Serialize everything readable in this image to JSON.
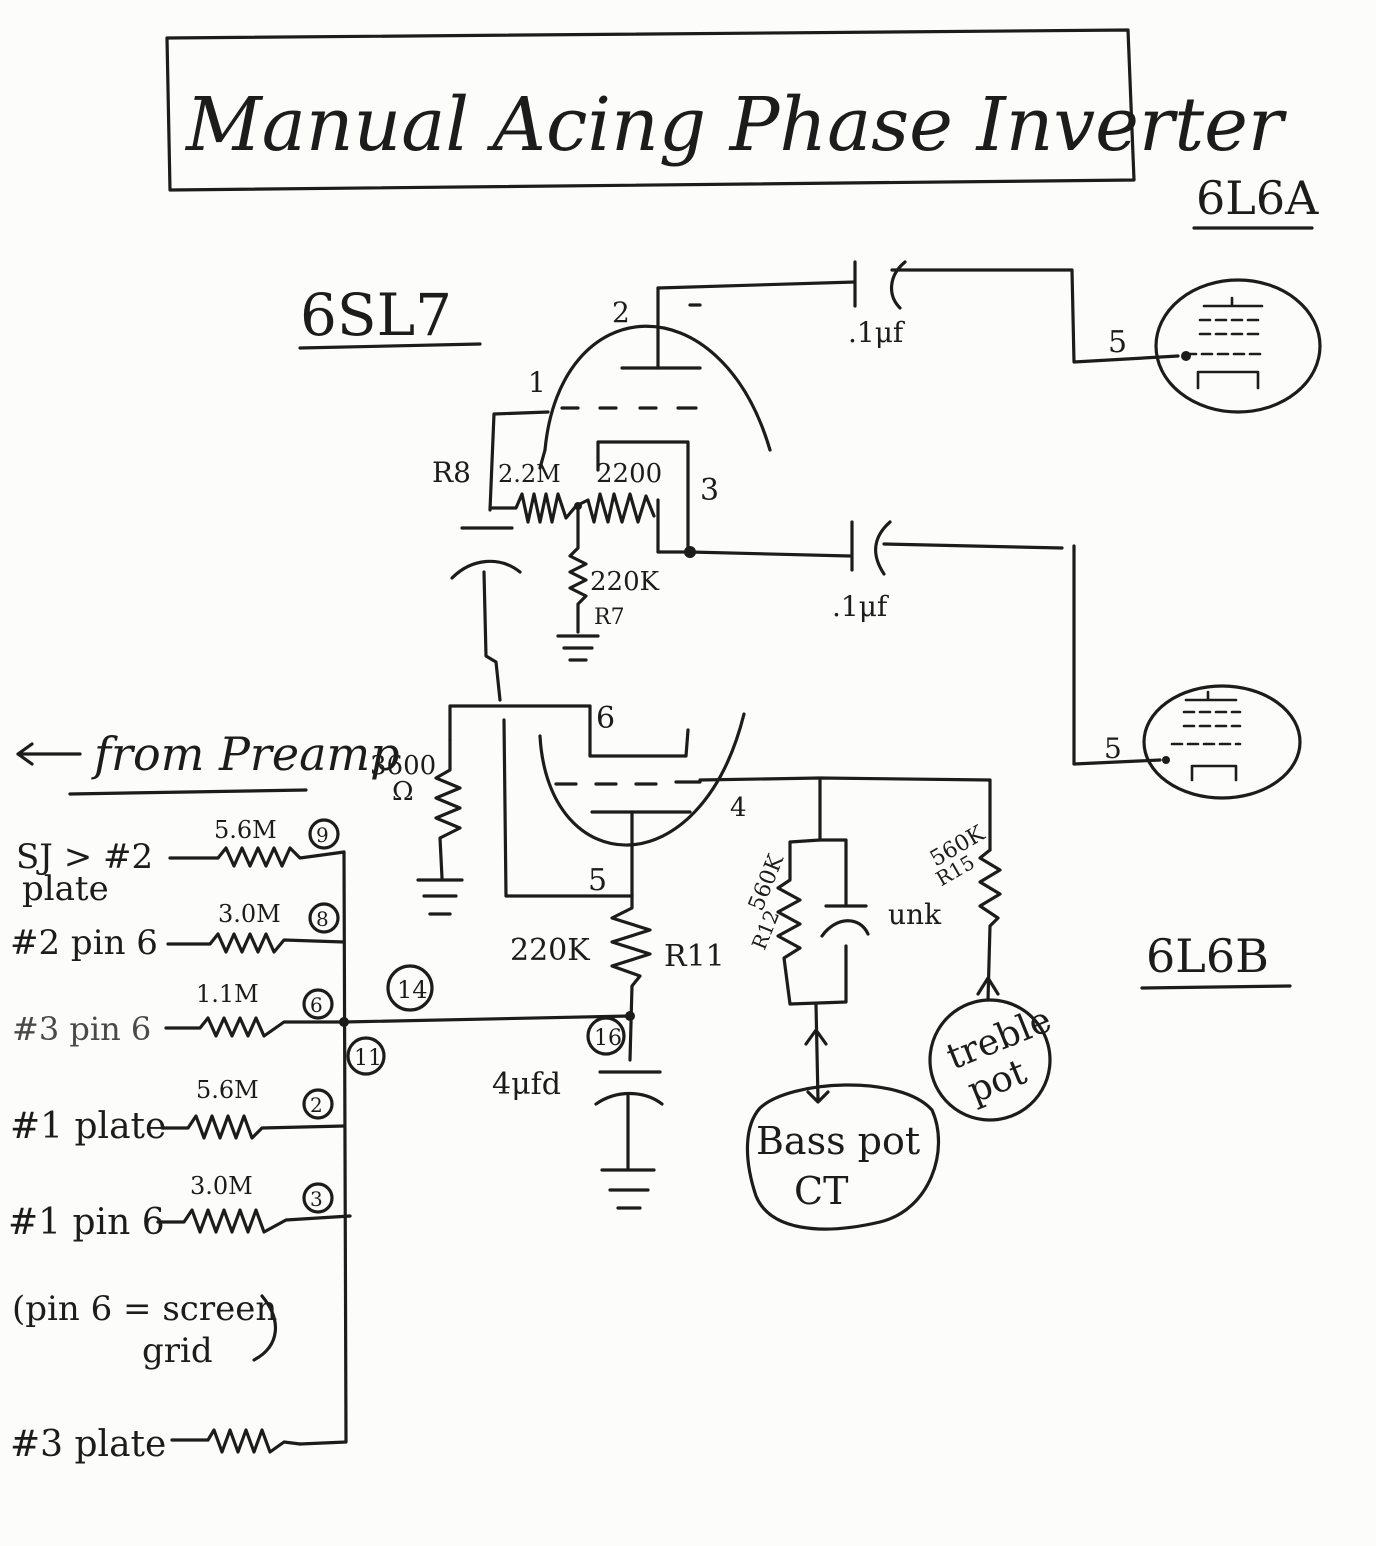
{
  "title": "Manual Acing Phase Inverter",
  "tubes": {
    "driver": "6SL7",
    "output_a": "6L6A",
    "output_b": "6L6B"
  },
  "pins": {
    "p2": "2",
    "p1": "1",
    "p3": "3",
    "p6": "6",
    "p4": "4",
    "p5": "5",
    "out_a_pin": "5",
    "out_b_pin": "5"
  },
  "components": {
    "r8_label": "R8",
    "r8_value": "2.2M",
    "r_2200": "2200",
    "r7_value": "220K",
    "r7_label": "R7",
    "cap_top": ".1μf",
    "cap_mid": ".1μf",
    "r_3600": "3600",
    "ohm": "Ω",
    "r11_value": "220K",
    "r11_label": "R11",
    "cap_bottom": "4μfd",
    "r12_value": "560K",
    "r12_label": "R12",
    "cap_unk": "unk",
    "r15_value": "560K",
    "r15_label": "R15"
  },
  "nodes": {
    "n14": "14",
    "n16": "16",
    "n11": "11",
    "n9": "9",
    "n8": "8",
    "n6": "6",
    "n2": "2",
    "n3": "3"
  },
  "labels": {
    "from_preamp": "from Preamp",
    "bass_pot": "Bass pot",
    "bass_ct": "CT",
    "treble": "treble",
    "pot": "pot",
    "screen_note_1": "(pin 6 = screen",
    "screen_note_2": "grid"
  },
  "feedback_inputs": [
    {
      "source_1": "SJ > #2",
      "source_2": "plate",
      "value": "5.6M"
    },
    {
      "source_1": "#2 pin 6",
      "value": "3.0M"
    },
    {
      "source_1": "#3 pin 6",
      "value": "1.1M"
    },
    {
      "source_1": "#1 plate",
      "value": "5.6M"
    },
    {
      "source_1": "#1 pin 6",
      "value": "3.0M"
    },
    {
      "source_1": "#3 plate",
      "value": ""
    }
  ]
}
